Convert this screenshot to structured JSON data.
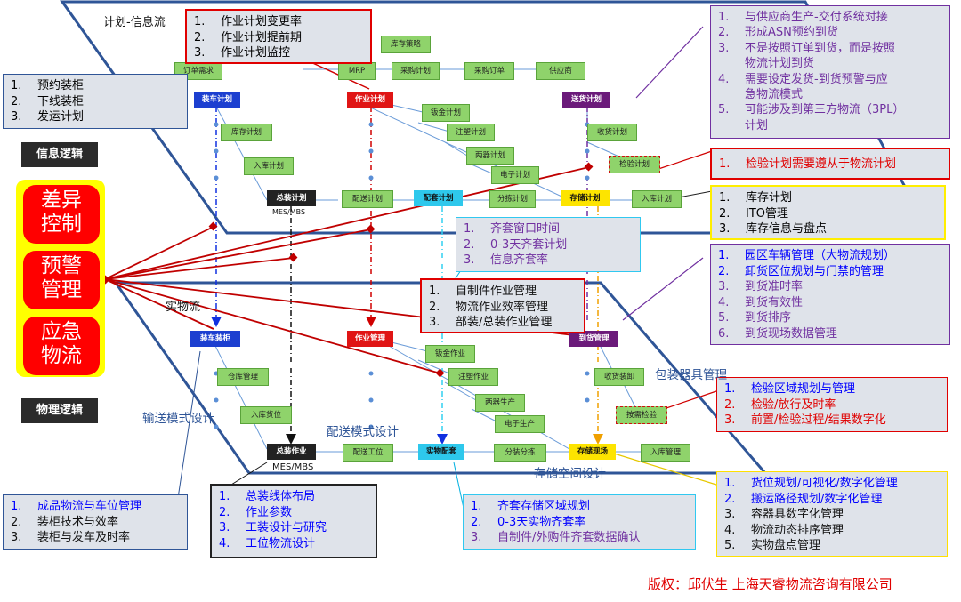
{
  "planes": {
    "info": {
      "title": "计划-信息流"
    },
    "physical": {
      "title": "实物流"
    }
  },
  "tags": {
    "info_logic": "信息逻辑",
    "physical_logic": "物理逻辑"
  },
  "center_bubbles": [
    "差异\n控制",
    "预警\n管理",
    "应急\n物流"
  ],
  "info_nodes": {
    "order_req": "订单需求",
    "mrp": "MRP",
    "stock_strategy": "库存策略",
    "purchase_plan": "采购计划",
    "purchase_order": "采购订单",
    "supplier": "供应商",
    "pack_plan": "装车计划",
    "work_plan": "作业计划",
    "delivery_plan": "送货计划",
    "sheet_plan": "钣金计划",
    "molding_plan": "注塑计划",
    "two_device_plan": "两器计划",
    "electronic_plan": "电子计划",
    "stock_plan": "库存计划",
    "inbound_plan": "入库计划",
    "receive_plan": "收货计划",
    "inspect_plan": "检验计划",
    "assembly_plan": "总装计划",
    "dist_plan": "配送计划",
    "kit_plan": "配套计划",
    "sort_plan": "分拣计划",
    "storage_plan": "存储计划",
    "warehouse_in_plan": "入库计划"
  },
  "phys_nodes": {
    "pack_dock": "装车装柜",
    "work_mgmt": "作业管理",
    "arrival_mgmt": "到货管理",
    "sheet_work": "钣金作业",
    "molding_work": "注塑作业",
    "two_device_prod": "两器生产",
    "electronic_prod": "电子生产",
    "warehouse_mgmt": "仓库管理",
    "receive_unload": "收货装卸",
    "inbound_slot": "入库货位",
    "inspect_ondemand": "按需检验",
    "assembly_work": "总装作业",
    "dist_station": "配送工位",
    "kit_dist": "实物配套",
    "sort_dist": "分装分拣",
    "storage_site": "存储现场",
    "warehouse_in_mgmt": "入库管理"
  },
  "mes_label": "MES/MBS",
  "boxes": {
    "work_plan_top": [
      "作业计划变更率",
      "作业计划提前期",
      "作业计划监控"
    ],
    "pack_left": [
      "预约装柜",
      "下线装柜",
      "发运计划"
    ],
    "supplier_right": [
      "与供应商生产-交付系统对接",
      "形成ASN预约到货",
      "不是按照订单到货，而是按照",
      "物流计划到货",
      "需要设定发货-到货预警与应",
      "急物流模式",
      "可能涉及到第三方物流（3PL）",
      "计划"
    ],
    "inspect_right": [
      "检验计划需要遵从于物流计划"
    ],
    "stock_right": [
      "库存计划",
      "ITO管理",
      "库存信息与盘点"
    ],
    "kit_mid": [
      "齐套窗口时间",
      "0-3天齐套计划",
      "信息齐套率"
    ],
    "self_made": [
      "自制件作业管理",
      "物流作业效率管理",
      "部装/总装作业管理"
    ],
    "yard_right": [
      "园区车辆管理（大物流规划）",
      "卸货区位规划与门禁的管理",
      "到货准时率",
      "到货有效性",
      "到货排序",
      "到货现场数据管理"
    ],
    "inspect_zone": [
      "检验区域规划与管理",
      "检验/放行及时率",
      "前置/检验过程/结果数字化"
    ],
    "finished_left": [
      "成品物流与车位管理",
      "装柜技术与效率",
      "装柜与发车及时率"
    ],
    "assembly_bottom": [
      "总装线体布局",
      "作业参数",
      "工装设计与研究",
      "工位物流设计"
    ],
    "kit_bottom": [
      "齐套存储区域规划",
      "0-3天实物齐套率",
      "自制件/外购件齐套数据确认"
    ],
    "storage_bottom": [
      "货位规划/可视化/数字化管理",
      "搬运路径规划/数字化管理",
      "容器具数字化管理",
      "物流动态排序管理",
      "实物盘点管理"
    ]
  },
  "labels": {
    "transport": "输送模式设计",
    "dist_mode": "配送模式设计",
    "storage_space": "存储空间设计",
    "packaging": "包装器具管理",
    "copyright": "版权：邱伏生 上海天睿物流咨询有限公司"
  },
  "colors": {
    "accent_red": "#ff0000",
    "plane": "#2f5597",
    "purple": "#7030a0",
    "blue": "#0000ff"
  }
}
